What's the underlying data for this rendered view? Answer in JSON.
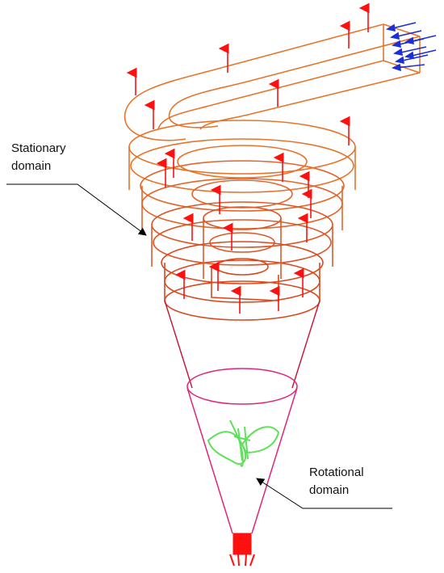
{
  "labels": {
    "stationary_line1": "Stationary",
    "stationary_line2": "domain",
    "rotational_line1": "Rotational",
    "rotational_line2": "domain"
  },
  "colors": {
    "stationary_wire": "#e8742a",
    "stationary_wire_dark": "#d9481e",
    "cone_outline": "#c8102e",
    "rotational_outline": "#e0247a",
    "rotor": "#5ee05a",
    "outlet_arrows": "#ff1010",
    "inlet_arrows": "#1a2fd8",
    "leader_line": "#000000"
  },
  "icons": {
    "outlet_arrow": "red-arrow-icon",
    "inlet_arrow": "blue-arrow-icon"
  }
}
